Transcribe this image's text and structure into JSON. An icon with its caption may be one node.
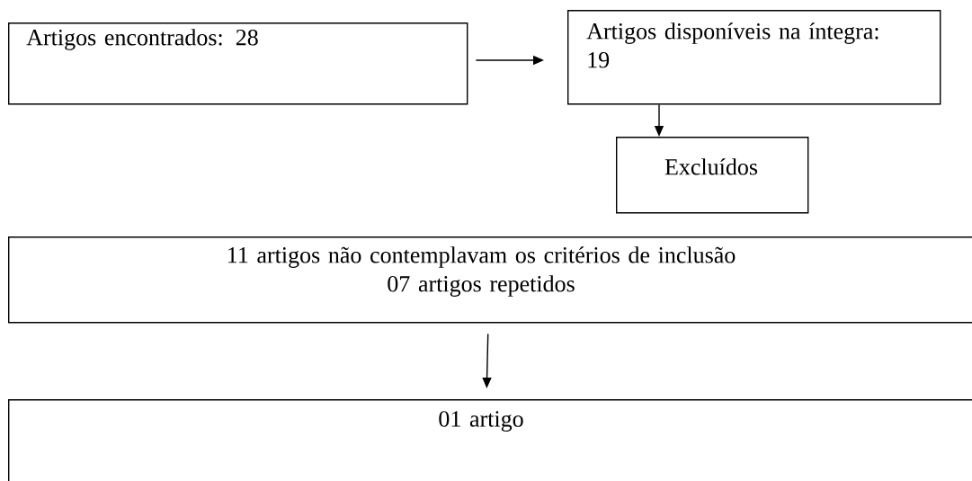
{
  "diagram": {
    "nodes": [
      {
        "text": [
          "Artigos encontrados: 28"
        ]
      },
      {
        "text": [
          "Artigos disponíveis na íntegra: 19"
        ]
      },
      {
        "text": [
          "Excluídos"
        ]
      },
      {
        "text": [
          "11 artigos não contemplavam os critérios de inclusão",
          "07 artigos repetidos"
        ]
      },
      {
        "text": [
          "01 artigo"
        ]
      }
    ],
    "edges": [
      {
        "from": 0,
        "to": 1,
        "arrow": "to"
      },
      {
        "from": 1,
        "to": 2,
        "arrow": "to"
      },
      {
        "from": 3,
        "to": 4,
        "arrow": "to"
      }
    ]
  }
}
